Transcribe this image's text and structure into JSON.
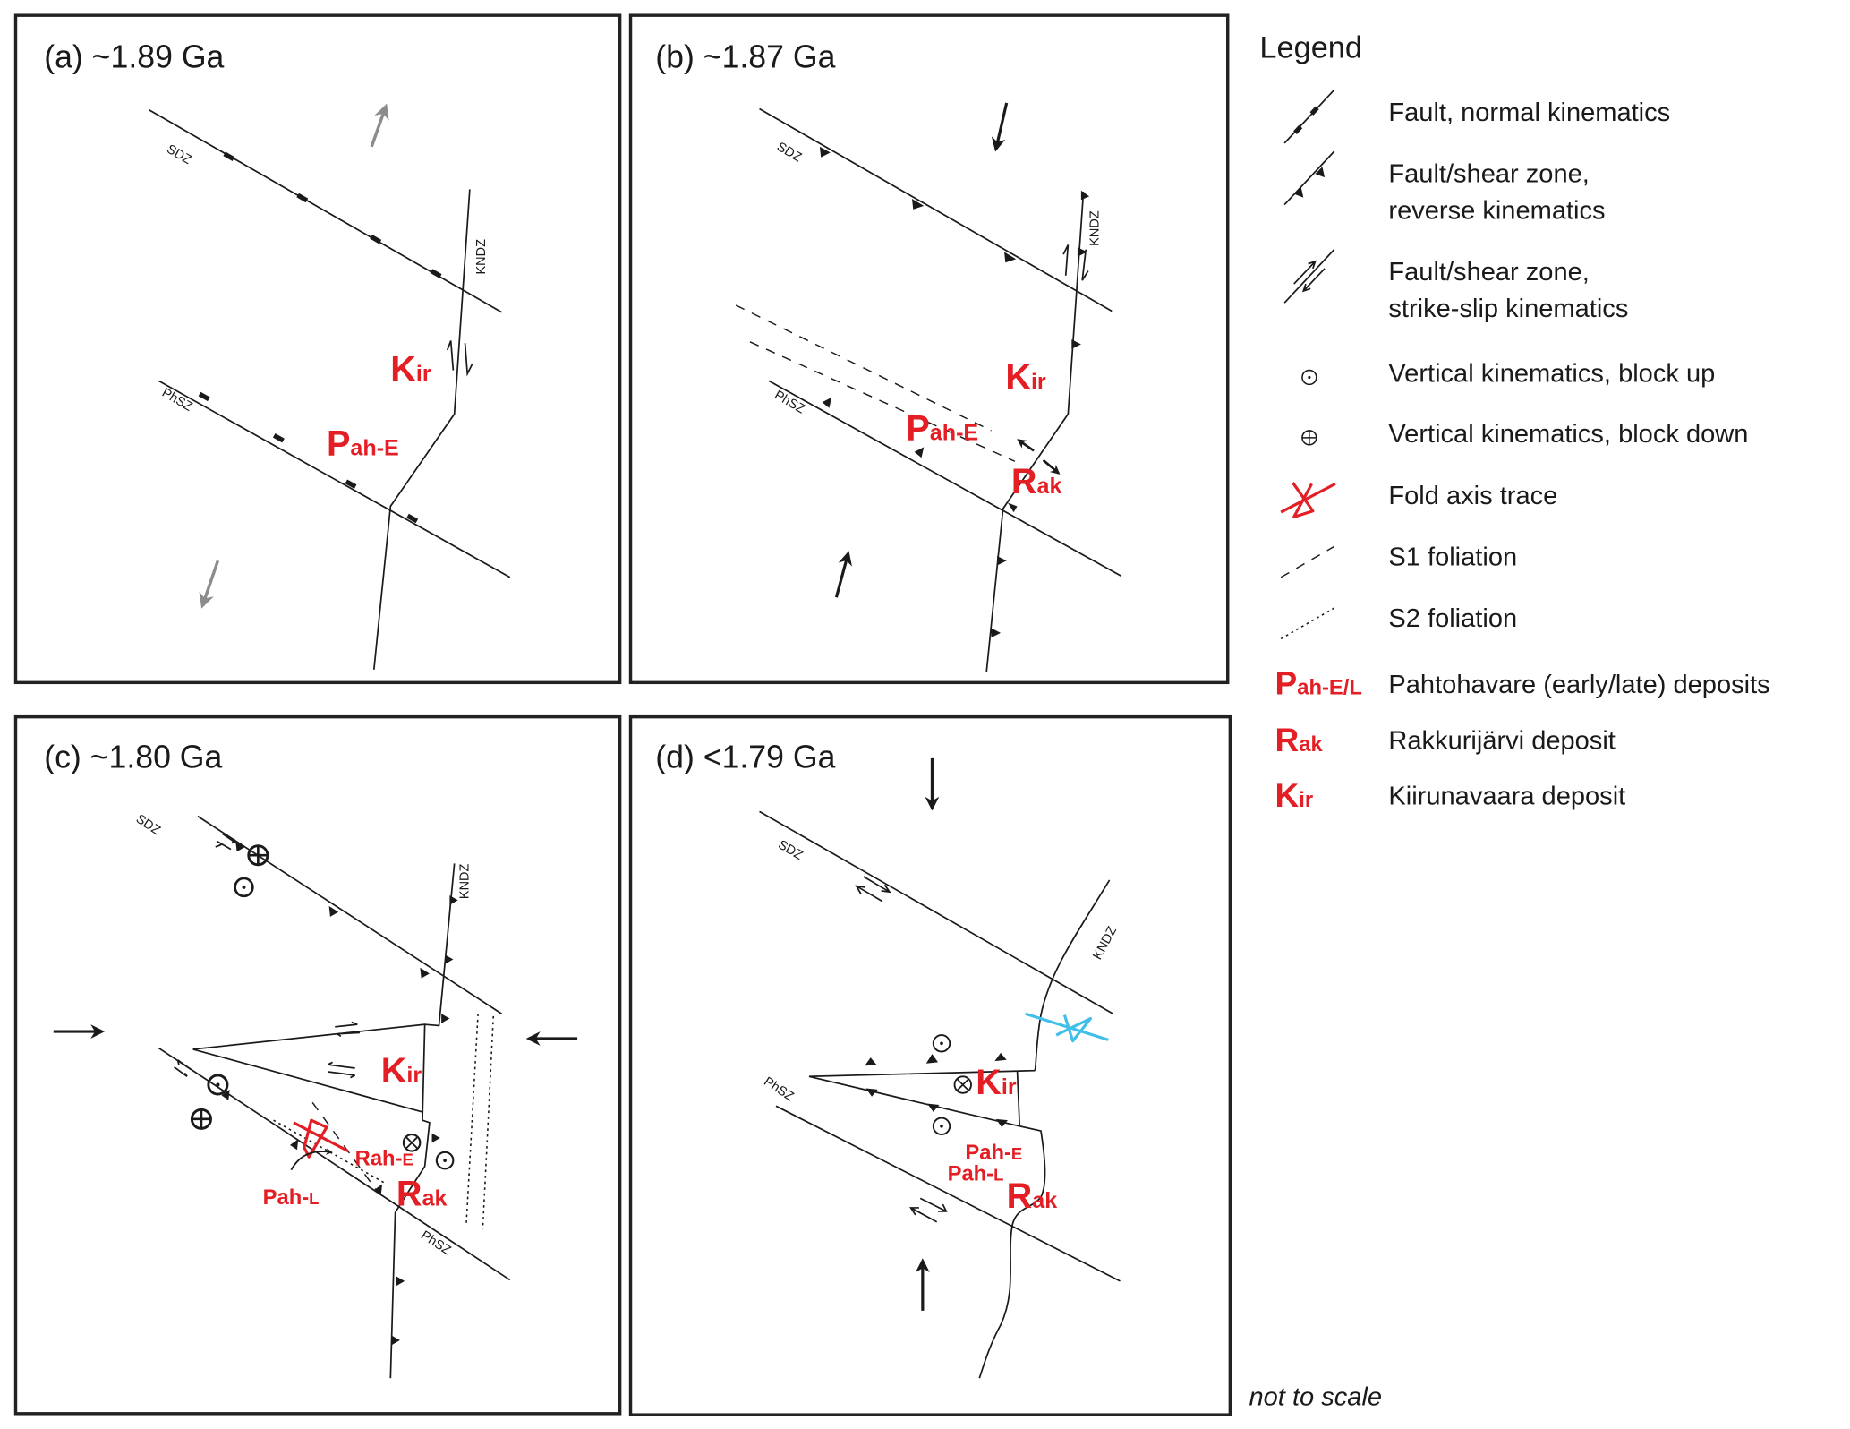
{
  "figure": {
    "panels": [
      {
        "id": "a",
        "title": "(a) ~1.89 Ga",
        "fault_labels": {
          "sdz": "SDZ",
          "kndz": "KNDZ",
          "phsz": "PhSZ"
        },
        "deposits": [
          {
            "main": "K",
            "sub": "ir"
          },
          {
            "main": "P",
            "sub": "ah-E"
          }
        ],
        "stress_arrow_color": "#8c8c8c"
      },
      {
        "id": "b",
        "title": "(b)  ~1.87 Ga",
        "fault_labels": {
          "sdz": "SDZ",
          "kndz": "KNDZ",
          "phsz": "PhSZ"
        },
        "deposits": [
          {
            "main": "K",
            "sub": "ir"
          },
          {
            "main": "P",
            "sub": "ah-E"
          },
          {
            "main": "R",
            "sub": "ak"
          }
        ]
      },
      {
        "id": "c",
        "title": "(c)  ~1.80 Ga",
        "fault_labels": {
          "sdz": "SDZ",
          "kndz": "KNDZ",
          "phsz": "PhSZ"
        },
        "deposits": [
          {
            "main": "K",
            "sub": "ir"
          },
          {
            "main": "R",
            "sub": "ak"
          }
        ],
        "small_labels": [
          {
            "main": "Rah-",
            "sub": "E"
          },
          {
            "main": "Pah-",
            "sub": "L"
          }
        ]
      },
      {
        "id": "d",
        "title": "(d)  <1.79 Ga",
        "fault_labels": {
          "sdz": "SDZ",
          "kndz": "KNDZ",
          "phsz": "PhSZ"
        },
        "deposits": [
          {
            "main": "K",
            "sub": "ir"
          },
          {
            "main": "R",
            "sub": "ak"
          }
        ],
        "small_labels": [
          {
            "main": "Pah-",
            "sub": "E"
          },
          {
            "main": "Pah-",
            "sub": "L"
          }
        ]
      }
    ],
    "legend": {
      "title": "Legend",
      "items": [
        {
          "icon": "normal-fault-icon",
          "lines": [
            "Fault, normal kinematics"
          ]
        },
        {
          "icon": "reverse-fault-icon",
          "lines": [
            "Fault/shear zone,",
            "reverse kinematics"
          ]
        },
        {
          "icon": "strike-slip-icon",
          "lines": [
            "Fault/shear zone,",
            "strike-slip kinematics"
          ]
        },
        {
          "icon": "block-up-icon",
          "lines": [
            "Vertical kinematics, block up"
          ]
        },
        {
          "icon": "block-down-icon",
          "lines": [
            "Vertical kinematics, block down"
          ]
        },
        {
          "icon": "fold-axis-icon",
          "lines": [
            "Fold axis trace"
          ]
        },
        {
          "icon": "s1-foliation-icon",
          "lines": [
            "S1 foliation"
          ]
        },
        {
          "icon": "s2-foliation-icon",
          "lines": [
            "S2 foliation"
          ]
        },
        {
          "symbol": {
            "main": "P",
            "sub": "ah-E/L"
          },
          "lines": [
            "Pahtohavare (early/late) deposits"
          ]
        },
        {
          "symbol": {
            "main": "R",
            "sub": "ak"
          },
          "lines": [
            "Rakkurijärvi deposit"
          ]
        },
        {
          "symbol": {
            "main": "K",
            "sub": "ir"
          },
          "lines": [
            "Kiirunavaara deposit"
          ]
        }
      ]
    },
    "note": "not to scale",
    "colors": {
      "deposit_red": "#e31e24",
      "fold_axis_red": "#e31e24",
      "fold_axis_cyan": "#3fbfe9",
      "line": "#1a1a1a",
      "grey_arrow": "#8c8c8c"
    }
  }
}
